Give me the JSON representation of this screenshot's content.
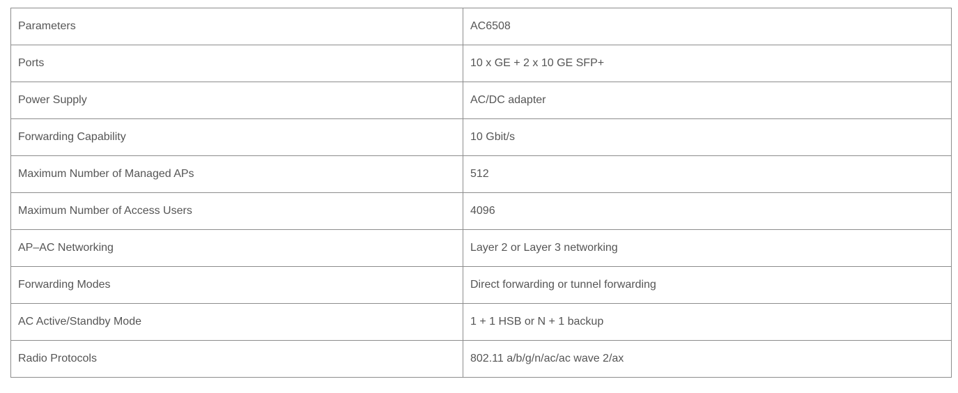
{
  "table": {
    "rows": [
      {
        "parameter": "Parameters",
        "value": "AC6508"
      },
      {
        "parameter": "Ports",
        "value": "10 x GE + 2 x 10 GE SFP+"
      },
      {
        "parameter": "Power Supply",
        "value": "AC/DC adapter"
      },
      {
        "parameter": "Forwarding Capability",
        "value": "10 Gbit/s"
      },
      {
        "parameter": "Maximum Number of Managed APs",
        "value": "512"
      },
      {
        "parameter": "Maximum Number of Access Users",
        "value": "4096"
      },
      {
        "parameter": "AP–AC Networking",
        "value": "Layer 2 or Layer 3 networking"
      },
      {
        "parameter": "Forwarding Modes",
        "value": "Direct forwarding or tunnel forwarding"
      },
      {
        "parameter": "AC Active/Standby Mode",
        "value": "1 + 1 HSB or N + 1 backup"
      },
      {
        "parameter": "Radio Protocols",
        "value": "802.11 a/b/g/n/ac/ac wave 2/ax"
      }
    ]
  }
}
